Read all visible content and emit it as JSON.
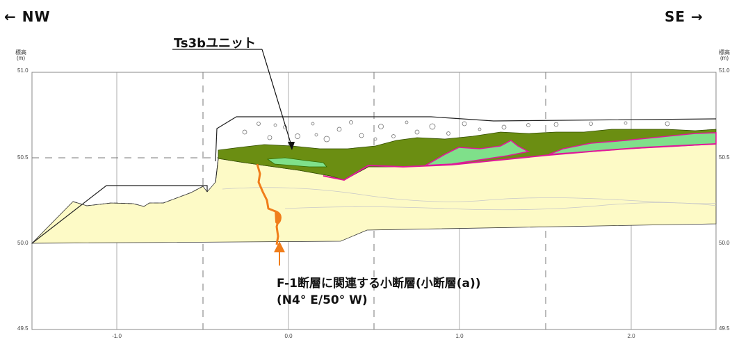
{
  "directions": {
    "left": "← NW",
    "right": "SE →"
  },
  "axis": {
    "y_header_line1": "標高",
    "y_header_line2": "(m)",
    "y_ticks": [
      "51.0",
      "50.5",
      "50.0",
      "49.5"
    ],
    "x_ticks": [
      "-1.0",
      "0.0",
      "1.0",
      "2.0"
    ]
  },
  "callouts": {
    "unit": "Ts3bユニット",
    "fault_line1": "F-1断層に関連する小断層(小断層(a))",
    "fault_line2": "(N4° E/50° W)"
  },
  "colors": {
    "base_sediment": "#fdfac6",
    "dark_soil": "#6b8e12",
    "green_lens": "#7fe08a",
    "magenta_boundary": "#e0189a",
    "fault_orange": "#f07d1a"
  }
}
